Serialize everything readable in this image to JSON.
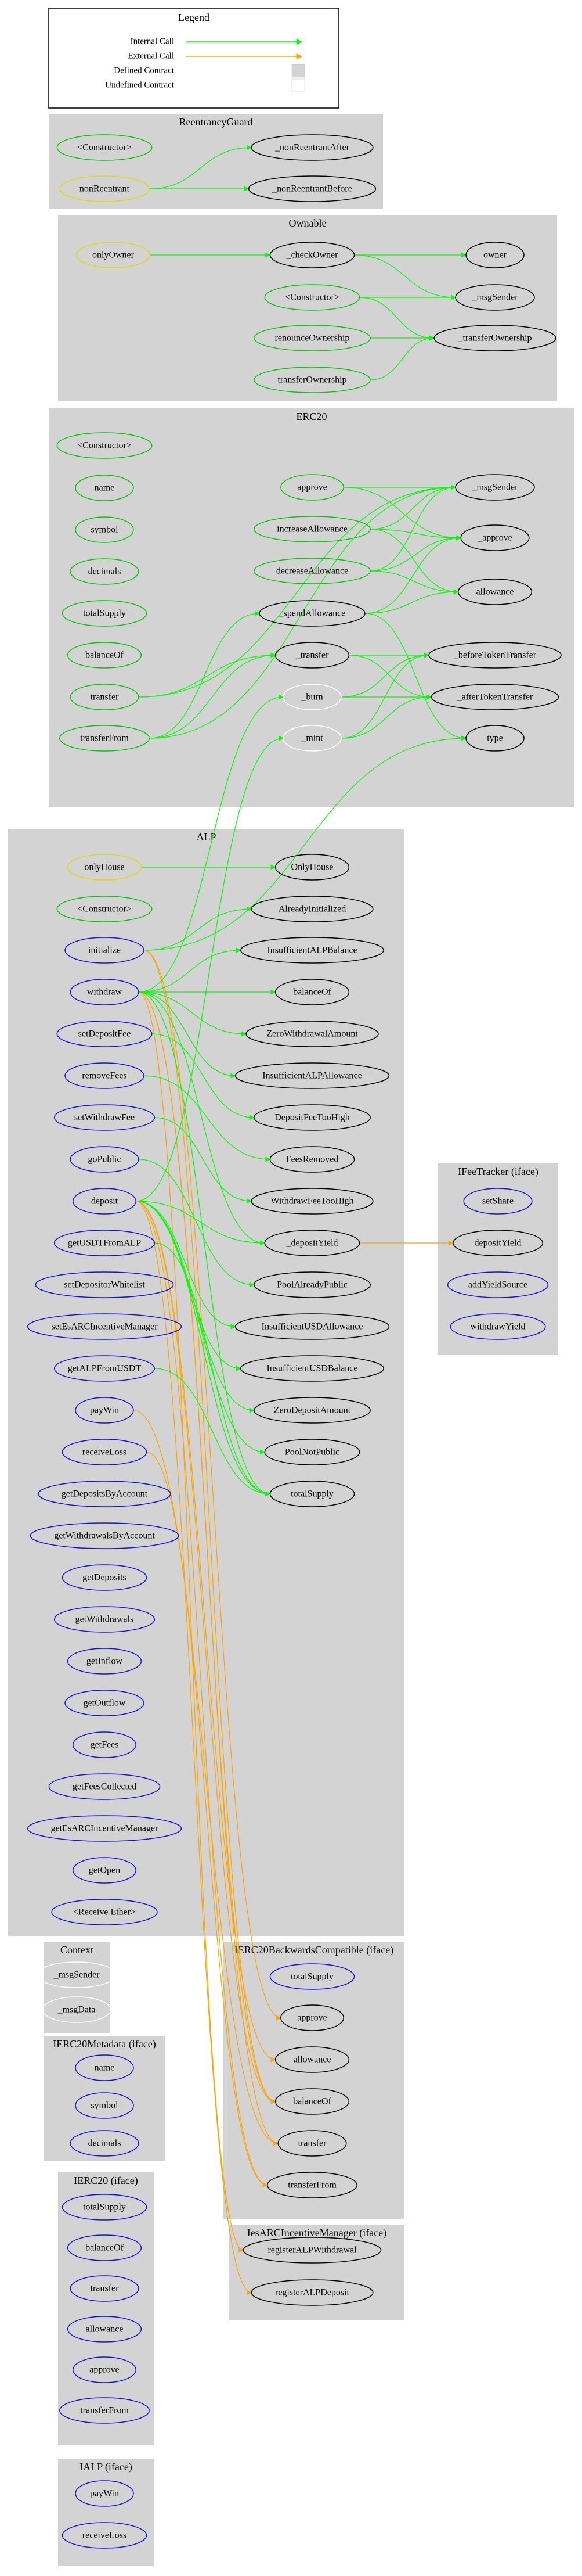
{
  "legend": {
    "title": "Legend",
    "items": [
      {
        "label": "Internal Call",
        "kind": "line",
        "color": "#00ff00"
      },
      {
        "label": "External Call",
        "kind": "line",
        "color": "#ffa500"
      },
      {
        "label": "Defined Contract",
        "kind": "box",
        "color": "#d3d3d3"
      },
      {
        "label": "Undefined Contract",
        "kind": "box",
        "color": "#ffffff"
      }
    ]
  },
  "colors": {
    "internal": "#00ff00",
    "external": "#ffa500",
    "public": "#00cc00",
    "modifier": "#dddd00",
    "iface": "#1010ee",
    "undefined": "#ffffff",
    "cluster": "#d3d3d3"
  },
  "clusters": [
    {
      "id": "reentrancy",
      "title": "ReentrancyGuard",
      "nodes": [
        {
          "id": "rg_ctor",
          "label": "<Constructor>",
          "style": "public"
        },
        {
          "id": "rg_nonReentrant",
          "label": "nonReentrant",
          "style": "modifier"
        },
        {
          "id": "rg_after",
          "label": "_nonReentrantAfter",
          "style": "internal"
        },
        {
          "id": "rg_before",
          "label": "_nonReentrantBefore",
          "style": "internal"
        }
      ]
    },
    {
      "id": "ownable",
      "title": "Ownable",
      "nodes": [
        {
          "id": "ow_onlyOwner",
          "label": "onlyOwner",
          "style": "modifier"
        },
        {
          "id": "ow_check",
          "label": "_checkOwner",
          "style": "internal"
        },
        {
          "id": "ow_owner",
          "label": "owner",
          "style": "internal"
        },
        {
          "id": "ow_ctor",
          "label": "<Constructor>",
          "style": "public"
        },
        {
          "id": "ow_msgSender",
          "label": "_msgSender",
          "style": "internal"
        },
        {
          "id": "ow_renounce",
          "label": "renounceOwnership",
          "style": "public"
        },
        {
          "id": "ow_transferOwn",
          "label": "_transferOwnership",
          "style": "internal"
        },
        {
          "id": "ow_transferOwnPub",
          "label": "transferOwnership",
          "style": "public"
        }
      ]
    },
    {
      "id": "erc20",
      "title": "ERC20",
      "nodes": [
        {
          "id": "e_ctor",
          "label": "<Constructor>",
          "style": "public"
        },
        {
          "id": "e_name",
          "label": "name",
          "style": "public"
        },
        {
          "id": "e_symbol",
          "label": "symbol",
          "style": "public"
        },
        {
          "id": "e_decimals",
          "label": "decimals",
          "style": "public"
        },
        {
          "id": "e_totalSupply",
          "label": "totalSupply",
          "style": "public"
        },
        {
          "id": "e_balanceOf",
          "label": "balanceOf",
          "style": "public"
        },
        {
          "id": "e_transfer",
          "label": "transfer",
          "style": "public"
        },
        {
          "id": "e_transferFrom",
          "label": "transferFrom",
          "style": "public"
        },
        {
          "id": "e_approve",
          "label": "approve",
          "style": "public"
        },
        {
          "id": "e_incAllow",
          "label": "increaseAllowance",
          "style": "public"
        },
        {
          "id": "e_decAllow",
          "label": "decreaseAllowance",
          "style": "public"
        },
        {
          "id": "e_spendAllow",
          "label": "_spendAllowance",
          "style": "internal"
        },
        {
          "id": "e__transfer",
          "label": "_transfer",
          "style": "internal"
        },
        {
          "id": "e__burn",
          "label": "_burn",
          "style": "undefined"
        },
        {
          "id": "e__mint",
          "label": "_mint",
          "style": "undefined"
        },
        {
          "id": "e_msgSender",
          "label": "_msgSender",
          "style": "internal"
        },
        {
          "id": "e__approve",
          "label": "_approve",
          "style": "internal"
        },
        {
          "id": "e_allowance",
          "label": "allowance",
          "style": "internal"
        },
        {
          "id": "e_beforeTT",
          "label": "_beforeTokenTransfer",
          "style": "internal"
        },
        {
          "id": "e_afterTT",
          "label": "_afterTokenTransfer",
          "style": "internal"
        },
        {
          "id": "e_type",
          "label": "type",
          "style": "internal"
        }
      ]
    },
    {
      "id": "alp",
      "title": "ALP",
      "nodes": [
        {
          "id": "a_onlyHouse",
          "label": "onlyHouse",
          "style": "modifier"
        },
        {
          "id": "a_ctor",
          "label": "<Constructor>",
          "style": "public"
        },
        {
          "id": "a_initialize",
          "label": "initialize",
          "style": "iface"
        },
        {
          "id": "a_withdraw",
          "label": "withdraw",
          "style": "iface"
        },
        {
          "id": "a_setDepositFee",
          "label": "setDepositFee",
          "style": "iface"
        },
        {
          "id": "a_removeFees",
          "label": "removeFees",
          "style": "iface"
        },
        {
          "id": "a_setWithdrawFee",
          "label": "setWithdrawFee",
          "style": "iface"
        },
        {
          "id": "a_goPublic",
          "label": "goPublic",
          "style": "iface"
        },
        {
          "id": "a_deposit",
          "label": "deposit",
          "style": "iface"
        },
        {
          "id": "a_getUSDTFromALP",
          "label": "getUSDTFromALP",
          "style": "iface"
        },
        {
          "id": "a_setDepositorWhitelist",
          "label": "setDepositorWhitelist",
          "style": "iface"
        },
        {
          "id": "a_setEsARC",
          "label": "setEsARCIncentiveManager",
          "style": "iface"
        },
        {
          "id": "a_getALPFromUSDT",
          "label": "getALPFromUSDT",
          "style": "iface"
        },
        {
          "id": "a_payWin",
          "label": "payWin",
          "style": "iface"
        },
        {
          "id": "a_receiveLoss",
          "label": "receiveLoss",
          "style": "iface"
        },
        {
          "id": "a_getDepositsByAccount",
          "label": "getDepositsByAccount",
          "style": "iface"
        },
        {
          "id": "a_getWithdrawalsByAccount",
          "label": "getWithdrawalsByAccount",
          "style": "iface"
        },
        {
          "id": "a_getDeposits",
          "label": "getDeposits",
          "style": "iface"
        },
        {
          "id": "a_getWithdrawals",
          "label": "getWithdrawals",
          "style": "iface"
        },
        {
          "id": "a_getInflow",
          "label": "getInflow",
          "style": "iface"
        },
        {
          "id": "a_getOutflow",
          "label": "getOutflow",
          "style": "iface"
        },
        {
          "id": "a_getFees",
          "label": "getFees",
          "style": "iface"
        },
        {
          "id": "a_getFeesCollected",
          "label": "getFeesCollected",
          "style": "iface"
        },
        {
          "id": "a_getEsARC",
          "label": "getEsARCIncentiveManager",
          "style": "iface"
        },
        {
          "id": "a_getOpen",
          "label": "getOpen",
          "style": "iface"
        },
        {
          "id": "a_receiveEther",
          "label": "<Receive Ether>",
          "style": "iface"
        },
        {
          "id": "a_OnlyHouse",
          "label": "OnlyHouse",
          "style": "internal"
        },
        {
          "id": "a_AlreadyInitialized",
          "label": "AlreadyInitialized",
          "style": "internal"
        },
        {
          "id": "a_InsufficientALPBalance",
          "label": "InsufficientALPBalance",
          "style": "internal"
        },
        {
          "id": "a_balanceOf",
          "label": "balanceOf",
          "style": "internal"
        },
        {
          "id": "a_ZeroWithdrawalAmount",
          "label": "ZeroWithdrawalAmount",
          "style": "internal"
        },
        {
          "id": "a_InsufficientALPAllowance",
          "label": "InsufficientALPAllowance",
          "style": "internal"
        },
        {
          "id": "a_DepositFeeTooHigh",
          "label": "DepositFeeTooHigh",
          "style": "internal"
        },
        {
          "id": "a_FeesRemoved",
          "label": "FeesRemoved",
          "style": "internal"
        },
        {
          "id": "a_WithdrawFeeTooHigh",
          "label": "WithdrawFeeTooHigh",
          "style": "internal"
        },
        {
          "id": "a__depositYield",
          "label": "_depositYield",
          "style": "internal"
        },
        {
          "id": "a_PoolAlreadyPublic",
          "label": "PoolAlreadyPublic",
          "style": "internal"
        },
        {
          "id": "a_InsufficientUSDAllowance",
          "label": "InsufficientUSDAllowance",
          "style": "internal"
        },
        {
          "id": "a_InsufficientUSDBalance",
          "label": "InsufficientUSDBalance",
          "style": "internal"
        },
        {
          "id": "a_ZeroDepositAmount",
          "label": "ZeroDepositAmount",
          "style": "internal"
        },
        {
          "id": "a_PoolNotPublic",
          "label": "PoolNotPublic",
          "style": "internal"
        },
        {
          "id": "a_totalSupply",
          "label": "totalSupply",
          "style": "internal"
        }
      ]
    },
    {
      "id": "ifeetracker",
      "title": "IFeeTracker  (iface)",
      "nodes": [
        {
          "id": "f_setShare",
          "label": "setShare",
          "style": "iface"
        },
        {
          "id": "f_depositYield",
          "label": "depositYield",
          "style": "internal"
        },
        {
          "id": "f_addYieldSource",
          "label": "addYieldSource",
          "style": "iface"
        },
        {
          "id": "f_withdrawYield",
          "label": "withdrawYield",
          "style": "iface"
        }
      ]
    },
    {
      "id": "context",
      "title": "Context",
      "nodes": [
        {
          "id": "c_msgSender",
          "label": "_msgSender",
          "style": "undefined"
        },
        {
          "id": "c_msgData",
          "label": "_msgData",
          "style": "undefined"
        }
      ]
    },
    {
      "id": "ierc20bc",
      "title": "IERC20BackwardsCompatible  (iface)",
      "nodes": [
        {
          "id": "b_totalSupply",
          "label": "totalSupply",
          "style": "iface"
        },
        {
          "id": "b_approve",
          "label": "approve",
          "style": "internal"
        },
        {
          "id": "b_allowance",
          "label": "allowance",
          "style": "internal"
        },
        {
          "id": "b_balanceOf",
          "label": "balanceOf",
          "style": "internal"
        },
        {
          "id": "b_transfer",
          "label": "transfer",
          "style": "internal"
        },
        {
          "id": "b_transferFrom",
          "label": "transferFrom",
          "style": "internal"
        }
      ]
    },
    {
      "id": "ierc20meta",
      "title": "IERC20Metadata  (iface)",
      "nodes": [
        {
          "id": "m_name",
          "label": "name",
          "style": "iface"
        },
        {
          "id": "m_symbol",
          "label": "symbol",
          "style": "iface"
        },
        {
          "id": "m_decimals",
          "label": "decimals",
          "style": "iface"
        }
      ]
    },
    {
      "id": "iesarc",
      "title": "IesARCIncentiveManager  (iface)",
      "nodes": [
        {
          "id": "i_regWithdrawal",
          "label": "registerALPWithdrawal",
          "style": "internal"
        },
        {
          "id": "i_regDeposit",
          "label": "registerALPDeposit",
          "style": "internal"
        }
      ]
    },
    {
      "id": "ierc20",
      "title": "IERC20  (iface)",
      "nodes": [
        {
          "id": "x_totalSupply",
          "label": "totalSupply",
          "style": "iface"
        },
        {
          "id": "x_balanceOf",
          "label": "balanceOf",
          "style": "iface"
        },
        {
          "id": "x_transfer",
          "label": "transfer",
          "style": "iface"
        },
        {
          "id": "x_allowance",
          "label": "allowance",
          "style": "iface"
        },
        {
          "id": "x_approve",
          "label": "approve",
          "style": "iface"
        },
        {
          "id": "x_transferFrom",
          "label": "transferFrom",
          "style": "iface"
        }
      ]
    },
    {
      "id": "ialp",
      "title": "IALP  (iface)",
      "nodes": [
        {
          "id": "p_payWin",
          "label": "payWin",
          "style": "iface"
        },
        {
          "id": "p_receiveLoss",
          "label": "receiveLoss",
          "style": "iface"
        }
      ]
    }
  ],
  "edges": [
    [
      "rg_nonReentrant",
      "rg_after",
      "internal"
    ],
    [
      "rg_nonReentrant",
      "rg_before",
      "internal"
    ],
    [
      "ow_onlyOwner",
      "ow_check",
      "internal"
    ],
    [
      "ow_check",
      "ow_owner",
      "internal"
    ],
    [
      "ow_check",
      "ow_msgSender",
      "internal"
    ],
    [
      "ow_ctor",
      "ow_transferOwn",
      "internal"
    ],
    [
      "ow_ctor",
      "ow_msgSender",
      "internal"
    ],
    [
      "ow_renounce",
      "ow_transferOwn",
      "internal"
    ],
    [
      "ow_transferOwnPub",
      "ow_transferOwn",
      "internal"
    ],
    [
      "e_approve",
      "e_msgSender",
      "internal"
    ],
    [
      "e_approve",
      "e__approve",
      "internal"
    ],
    [
      "e_incAllow",
      "e_msgSender",
      "internal"
    ],
    [
      "e_incAllow",
      "e__approve",
      "internal"
    ],
    [
      "e_incAllow",
      "e_allowance",
      "internal"
    ],
    [
      "e_decAllow",
      "e_msgSender",
      "internal"
    ],
    [
      "e_decAllow",
      "e__approve",
      "internal"
    ],
    [
      "e_decAllow",
      "e_allowance",
      "internal"
    ],
    [
      "e_spendAllow",
      "e_allowance",
      "internal"
    ],
    [
      "e_spendAllow",
      "e__approve",
      "internal"
    ],
    [
      "e_spendAllow",
      "e_type",
      "internal"
    ],
    [
      "e_transfer",
      "e__transfer",
      "internal"
    ],
    [
      "e_transfer",
      "e_msgSender",
      "internal"
    ],
    [
      "e_transferFrom",
      "e_spendAllow",
      "internal"
    ],
    [
      "e_transferFrom",
      "e__transfer",
      "internal"
    ],
    [
      "e_transferFrom",
      "e_msgSender",
      "internal"
    ],
    [
      "e__transfer",
      "e_beforeTT",
      "internal"
    ],
    [
      "e__transfer",
      "e_afterTT",
      "internal"
    ],
    [
      "e__burn",
      "e_beforeTT",
      "internal"
    ],
    [
      "e__burn",
      "e_afterTT",
      "internal"
    ],
    [
      "e__mint",
      "e_beforeTT",
      "internal"
    ],
    [
      "e__mint",
      "e_afterTT",
      "internal"
    ],
    [
      "a_onlyHouse",
      "a_OnlyHouse",
      "internal"
    ],
    [
      "a_initialize",
      "a_AlreadyInitialized",
      "internal"
    ],
    [
      "a_initialize",
      "e_type",
      "internal"
    ],
    [
      "a_initialize",
      "b_approve",
      "external"
    ],
    [
      "a_initialize",
      "b_balanceOf",
      "external"
    ],
    [
      "a_withdraw",
      "a_InsufficientALPBalance",
      "internal"
    ],
    [
      "a_withdraw",
      "a_balanceOf",
      "internal"
    ],
    [
      "a_withdraw",
      "a_ZeroWithdrawalAmount",
      "internal"
    ],
    [
      "a_withdraw",
      "a_InsufficientALPAllowance",
      "internal"
    ],
    [
      "a_withdraw",
      "e__burn",
      "internal"
    ],
    [
      "a_withdraw",
      "a_totalSupply",
      "internal"
    ],
    [
      "a_withdraw",
      "b_balanceOf",
      "external"
    ],
    [
      "a_withdraw",
      "b_transfer",
      "external"
    ],
    [
      "a_withdraw",
      "i_regWithdrawal",
      "external"
    ],
    [
      "a_setDepositFee",
      "a_DepositFeeTooHigh",
      "internal"
    ],
    [
      "a_removeFees",
      "a_FeesRemoved",
      "internal"
    ],
    [
      "a_setWithdrawFee",
      "a_WithdrawFeeTooHigh",
      "internal"
    ],
    [
      "a_goPublic",
      "a_PoolAlreadyPublic",
      "internal"
    ],
    [
      "a_deposit",
      "a__depositYield",
      "internal"
    ],
    [
      "a_deposit",
      "a_InsufficientUSDAllowance",
      "internal"
    ],
    [
      "a_deposit",
      "a_InsufficientUSDBalance",
      "internal"
    ],
    [
      "a_deposit",
      "a_ZeroDepositAmount",
      "internal"
    ],
    [
      "a_deposit",
      "a_PoolNotPublic",
      "internal"
    ],
    [
      "a_deposit",
      "a_totalSupply",
      "internal"
    ],
    [
      "a_deposit",
      "e__mint",
      "internal"
    ],
    [
      "a_deposit",
      "b_allowance",
      "external"
    ],
    [
      "a_deposit",
      "b_balanceOf",
      "external"
    ],
    [
      "a_deposit",
      "b_transferFrom",
      "external"
    ],
    [
      "a_deposit",
      "i_regDeposit",
      "external"
    ],
    [
      "a__depositYield",
      "f_depositYield",
      "external"
    ],
    [
      "a_withdraw",
      "a__depositYield",
      "internal"
    ],
    [
      "a_getUSDTFromALP",
      "a_totalSupply",
      "internal"
    ],
    [
      "a_getALPFromUSDT",
      "a_totalSupply",
      "internal"
    ],
    [
      "a_payWin",
      "b_transfer",
      "external"
    ],
    [
      "a_receiveLoss",
      "b_transferFrom",
      "external"
    ]
  ]
}
